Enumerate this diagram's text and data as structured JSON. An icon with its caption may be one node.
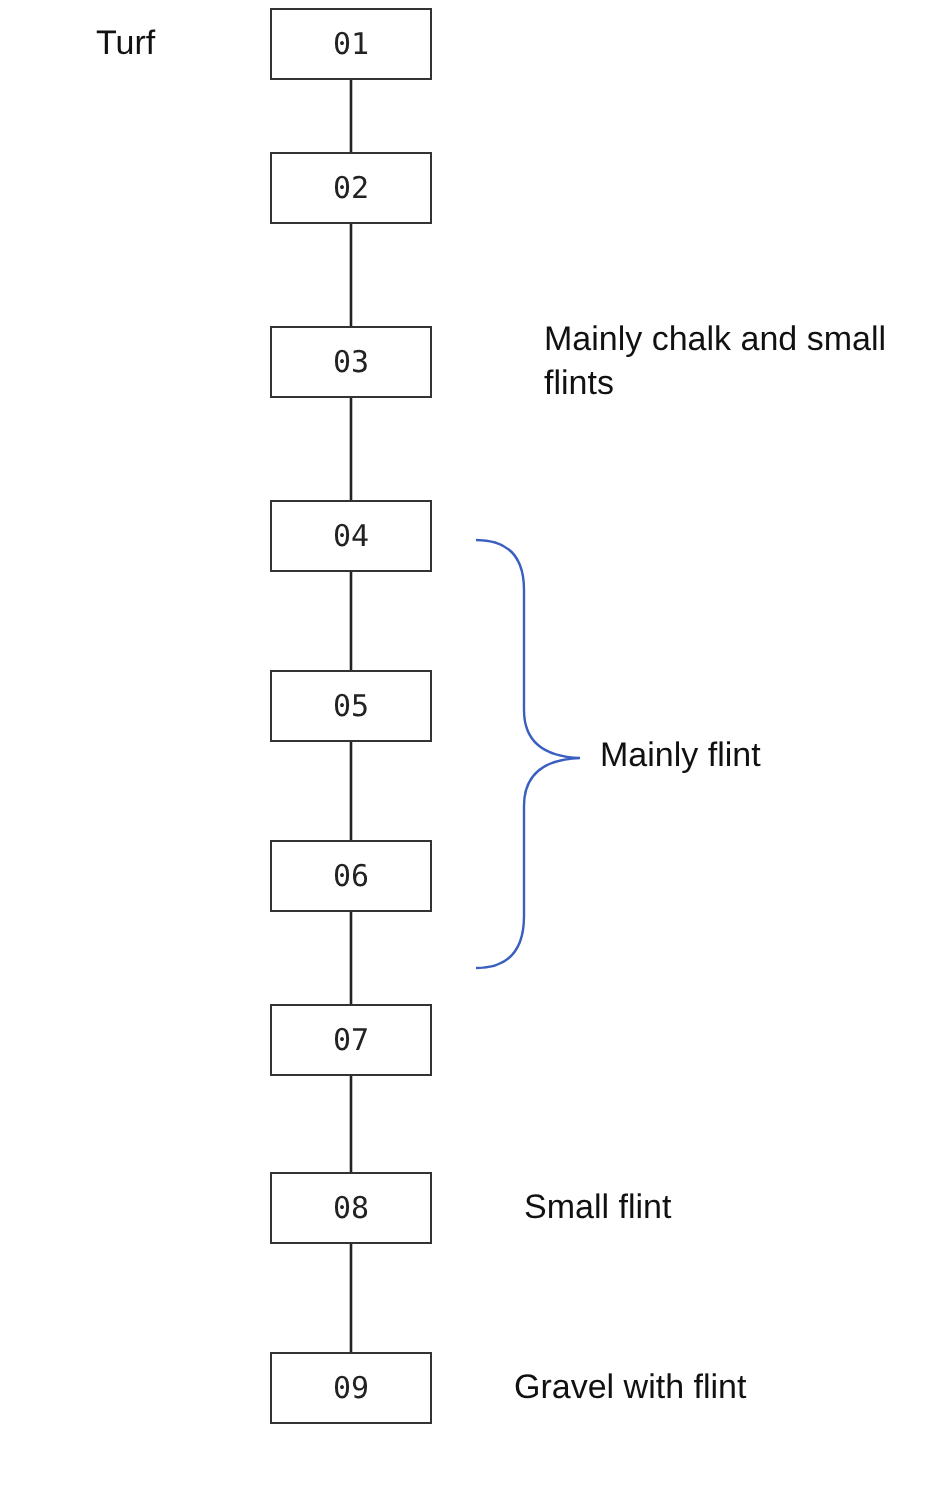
{
  "diagram": {
    "nodes": [
      {
        "text": [
          "01"
        ],
        "beside": [
          "Turf"
        ]
      },
      {
        "text": [
          "02"
        ]
      },
      {
        "text": [
          "03"
        ],
        "beside": [
          "Mainly chalk and small flints"
        ]
      },
      {
        "text": [
          "04"
        ]
      },
      {
        "text": [
          "05"
        ]
      },
      {
        "text": [
          "06"
        ]
      },
      {
        "text": [
          "07"
        ]
      },
      {
        "text": [
          "08"
        ],
        "beside": [
          "Small flint"
        ]
      },
      {
        "text": [
          "09"
        ],
        "beside": [
          "Gravel with flint"
        ]
      }
    ],
    "edges": [
      {
        "from": 0,
        "to": 1,
        "arrow": "none"
      },
      {
        "from": 1,
        "to": 2,
        "arrow": "none"
      },
      {
        "from": 2,
        "to": 3,
        "arrow": "none"
      },
      {
        "from": 3,
        "to": 4,
        "arrow": "none"
      },
      {
        "from": 4,
        "to": 5,
        "arrow": "none"
      },
      {
        "from": 5,
        "to": 6,
        "arrow": "none"
      },
      {
        "from": 6,
        "to": 7,
        "arrow": "none"
      },
      {
        "from": 7,
        "to": 8,
        "arrow": "none"
      }
    ],
    "labels": [
      "Mainly flint"
    ]
  }
}
